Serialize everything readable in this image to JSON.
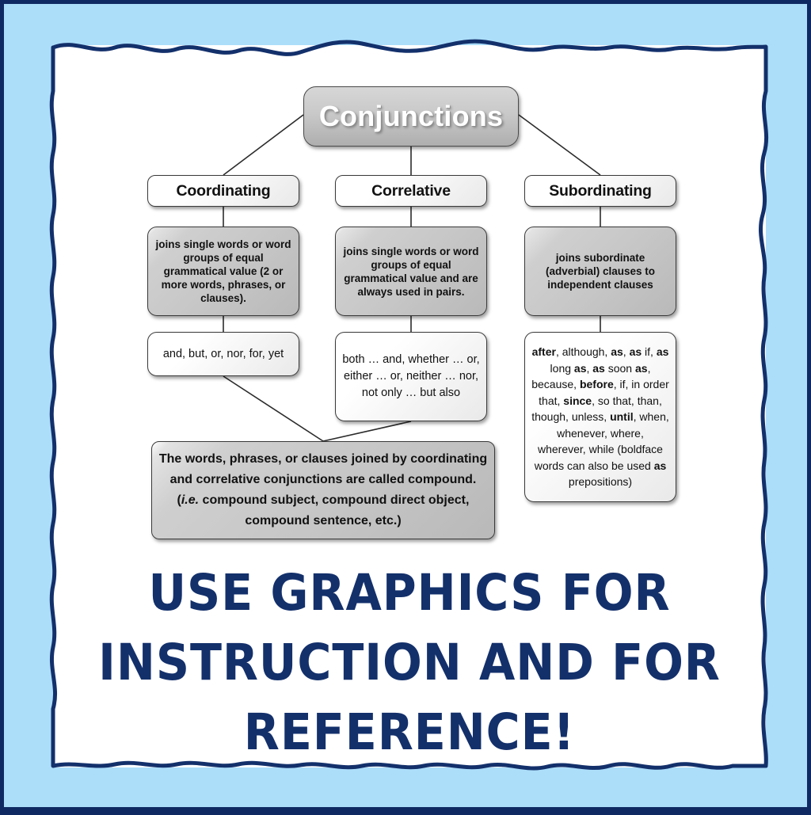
{
  "poster": {
    "background_color": "#ACDEFA",
    "border_color": "#13306B",
    "canvas_color": "#FFFFFF"
  },
  "diagram": {
    "title": "Conjunctions",
    "columns": [
      {
        "header": "Coordinating",
        "definition": "joins single words or word groups of equal grammatical value (2 or more words, phrases, or clauses).",
        "examples": "and, but, or, nor, for, yet"
      },
      {
        "header": "Correlative",
        "definition": "joins single words or word groups of equal grammatical value and are always used in pairs.",
        "examples": "both … and, whether … or, either … or, neither … nor, not only … but also"
      },
      {
        "header": "Subordinating",
        "definition": "joins subordinate (adverbial) clauses to independent clauses",
        "examples": "after, although, as, as if, as long as, as soon as, because, before, if, in order that, since, so that, than, though, unless, until, when, whenever, where, wherever, while (boldface words can also be used as prepositions)"
      }
    ],
    "compound_note_part1": "The words, phrases, or clauses joined by coordinating and correlative conjunctions are called compound. (",
    "compound_note_italic": "i.e.",
    "compound_note_part2": " compound subject, compound direct object, compound sentence, etc.)"
  },
  "headline": {
    "line1": "USE GRAPHICS FOR",
    "line2": "INSTRUCTION AND FOR",
    "line3": "REFERENCE!"
  }
}
